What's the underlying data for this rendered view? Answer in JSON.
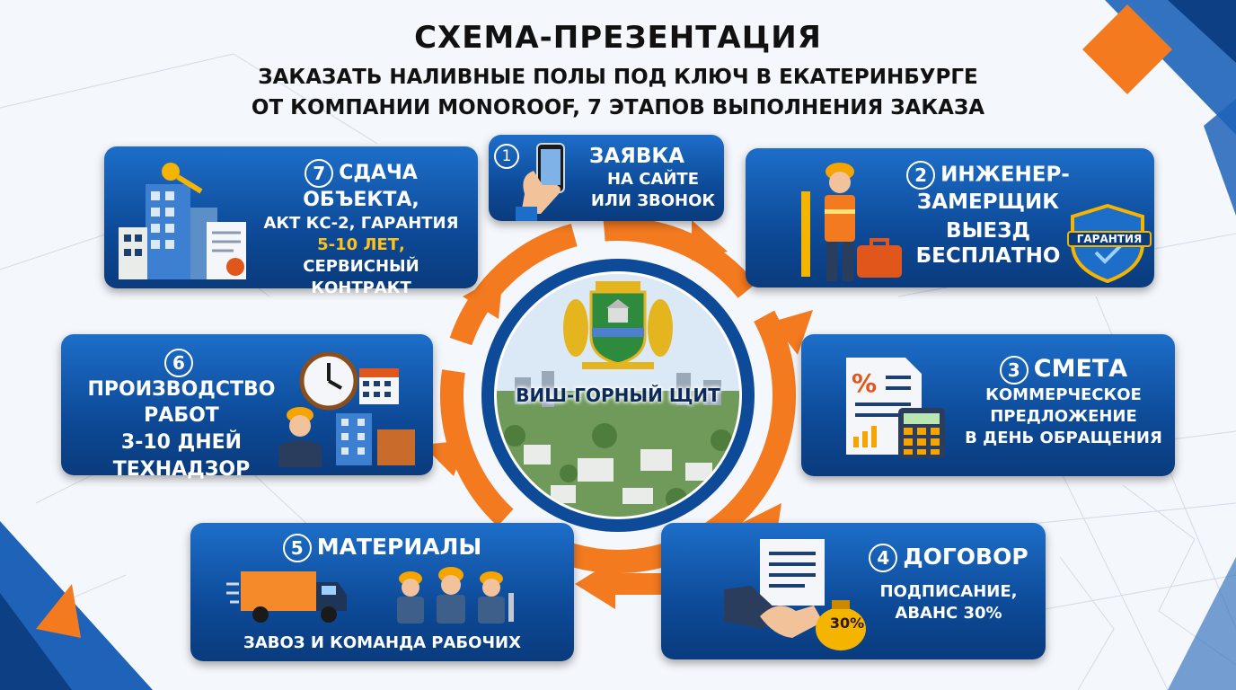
{
  "header": {
    "title": "СХЕМА-ПРЕЗЕНТАЦИЯ",
    "subtitle_line1": "ЗАКАЗАТЬ НАЛИВНЫЕ ПОЛЫ ПОД КЛЮЧ В ЕКАТЕРИНБУРГЕ",
    "subtitle_line2": "ОТ КОМПАНИИ MONOROOF, 7 ЭТАПОВ ВЫПОЛНЕНИЯ ЗАКАЗА"
  },
  "center": {
    "label": "ВИШ-ГОРНЫЙ ЩИТ"
  },
  "colors": {
    "card_blue": "#0d4a98",
    "arrow_orange": "#f47a20",
    "accent_yellow": "#ffc21a"
  },
  "steps": [
    {
      "num": "1",
      "title": "ЗАЯВКА",
      "lines": [
        "НА САЙТЕ",
        "ИЛИ ЗВОНОК"
      ],
      "icon": "smartphone-in-hand-icon"
    },
    {
      "num": "2",
      "title": "ИНЖЕНЕР-",
      "lines": [
        "ЗАМЕРЩИК",
        "ВЫЕЗД",
        "БЕСПЛАТНО"
      ],
      "badge": "ГАРАНТИЯ",
      "icon": "engineer-worker-icon"
    },
    {
      "num": "3",
      "title": "СМЕТА",
      "lines": [
        "КОММЕРЧЕСКОЕ",
        "ПРЕДЛОЖЕНИЕ",
        "В ДЕНЬ ОБРАЩЕНИЯ"
      ],
      "icon": "estimate-document-calculator-icon"
    },
    {
      "num": "4",
      "title": "ДОГОВОР",
      "lines": [
        "ПОДПИСАНИЕ,",
        "АВАНС 30%"
      ],
      "badge": "30%",
      "icon": "handshake-contract-icon"
    },
    {
      "num": "5",
      "title": "МАТЕРИАЛЫ",
      "lines": [
        "ЗАВОЗ И КОМАНДА РАБОЧИХ"
      ],
      "icon": "truck-and-workers-icon"
    },
    {
      "num": "6",
      "title": "ПРОИЗВОДСТВО",
      "lines": [
        "РАБОТ",
        "3-10 ДНЕЙ",
        "ТЕХНАДЗОР"
      ],
      "icon": "clock-calendar-supervisor-icon"
    },
    {
      "num": "7",
      "title": "СДАЧА ОБЪЕКТА,",
      "lines": [
        "АКТ КС-2, ГАРАНТИЯ",
        "5-10 ЛЕТ,",
        "СЕРВИСНЫЙ",
        "КОНТРАКТ"
      ],
      "icon": "building-key-certificate-icon"
    }
  ]
}
